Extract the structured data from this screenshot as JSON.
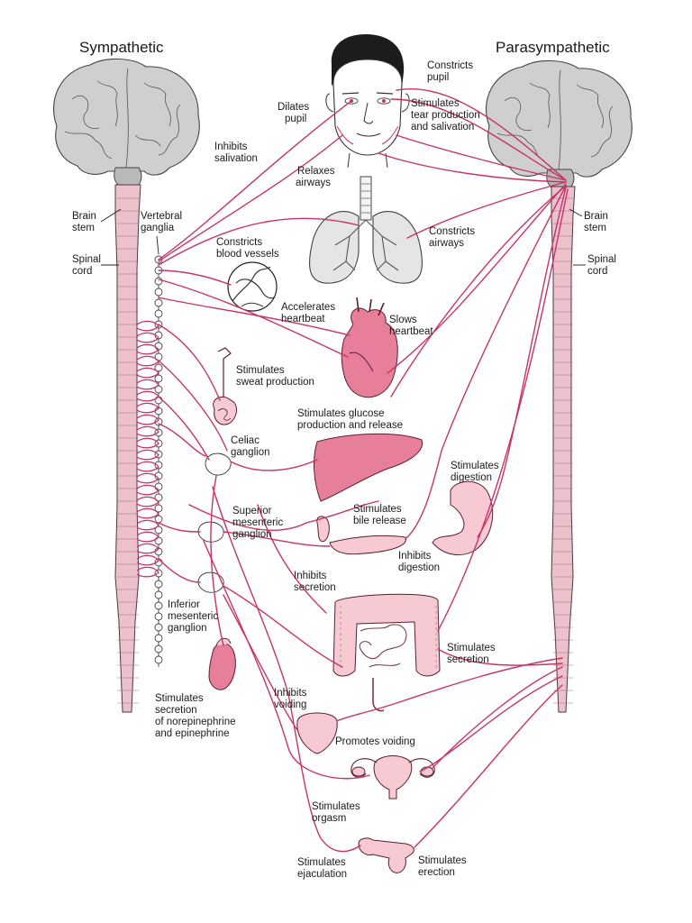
{
  "titles": {
    "left": "Sympathetic",
    "right": "Parasympathetic"
  },
  "left_labels": {
    "brain_stem": [
      "Brain",
      "stem"
    ],
    "spinal_cord": [
      "Spinal",
      "cord"
    ],
    "vertebral_ganglia": [
      "Vertebral",
      "ganglia"
    ],
    "celiac_ganglion": [
      "Celiac",
      "ganglion"
    ],
    "superior_mesenteric_ganglion": [
      "Superior",
      "mesenteric",
      "ganglion"
    ],
    "inferior_mesenteric_ganglion": [
      "Inferior",
      "mesenteric",
      "ganglion"
    ]
  },
  "right_labels": {
    "brain_stem": [
      "Brain",
      "stem"
    ],
    "spinal_cord": [
      "Spinal",
      "cord"
    ]
  },
  "effects": {
    "dilates_pupil": [
      "Dilates",
      "pupil"
    ],
    "constricts_pupil": [
      "Constricts",
      "pupil"
    ],
    "tear_salivation": [
      "Stimulates",
      "tear production",
      "and salivation"
    ],
    "inhibits_salivation": [
      "Inhibits",
      "salivation"
    ],
    "relaxes_airways": [
      "Relaxes",
      "airways"
    ],
    "constricts_airways": [
      "Constricts",
      "airways"
    ],
    "constricts_vessels": [
      "Constricts",
      "blood vessels"
    ],
    "accelerates_heartbeat": [
      "Accelerates",
      "heartbeat"
    ],
    "slows_heartbeat": [
      "Slows",
      "heartbeat"
    ],
    "sweat": [
      "Stimulates",
      "sweat production"
    ],
    "glucose": [
      "Stimulates glucose",
      "production and release"
    ],
    "digestion": [
      "Stimulates",
      "digestion"
    ],
    "bile": [
      "Stimulates",
      "bile release"
    ],
    "inhibits_digestion": [
      "Inhibits",
      "digestion"
    ],
    "inhibits_secretion": [
      "Inhibits",
      "secretion"
    ],
    "stimulates_secretion": [
      "Stimulates",
      "secretion"
    ],
    "adrenal": [
      "Stimulates",
      "secretion",
      "of norepinephrine",
      "and epinephrine"
    ],
    "inhibits_voiding": [
      "Inhibits",
      "voiding"
    ],
    "promotes_voiding": [
      "Promotes voiding"
    ],
    "orgasm": [
      "Stimulates",
      "orgasm"
    ],
    "ejaculation": [
      "Stimulates",
      "ejaculation"
    ],
    "erection": [
      "Stimulates",
      "erection"
    ]
  },
  "colors": {
    "nerve": "#c8336a",
    "organ": "#e77f9a",
    "cord": "#ecc1cb",
    "brain": "#cfcfcf"
  }
}
